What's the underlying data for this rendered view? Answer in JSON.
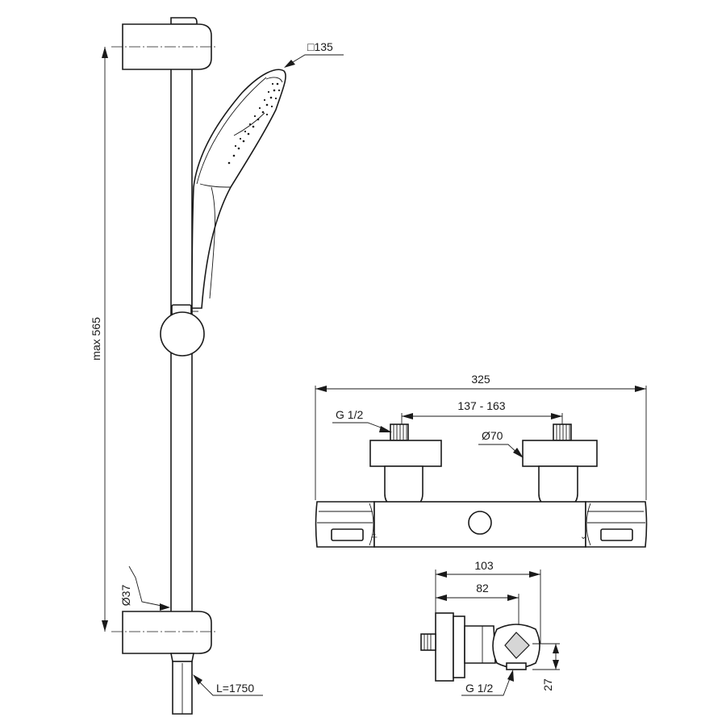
{
  "dimensions": {
    "rail_height": "max 565",
    "rail_diameter": "Ø37",
    "hose_length": "L=1750",
    "handshower_size": "□135",
    "mixer_width": "325",
    "inlet_centres": "137 - 163",
    "inlet_thread_left": "G 1/2",
    "eccentric_diameter": "Ø70",
    "side_depth_total": "103",
    "side_depth_body": "82",
    "side_outlet_thread": "G 1/2",
    "side_outlet_height": "27"
  },
  "markings": {
    "hot_symbol": "|+",
    "cold_symbol": "⌄"
  }
}
